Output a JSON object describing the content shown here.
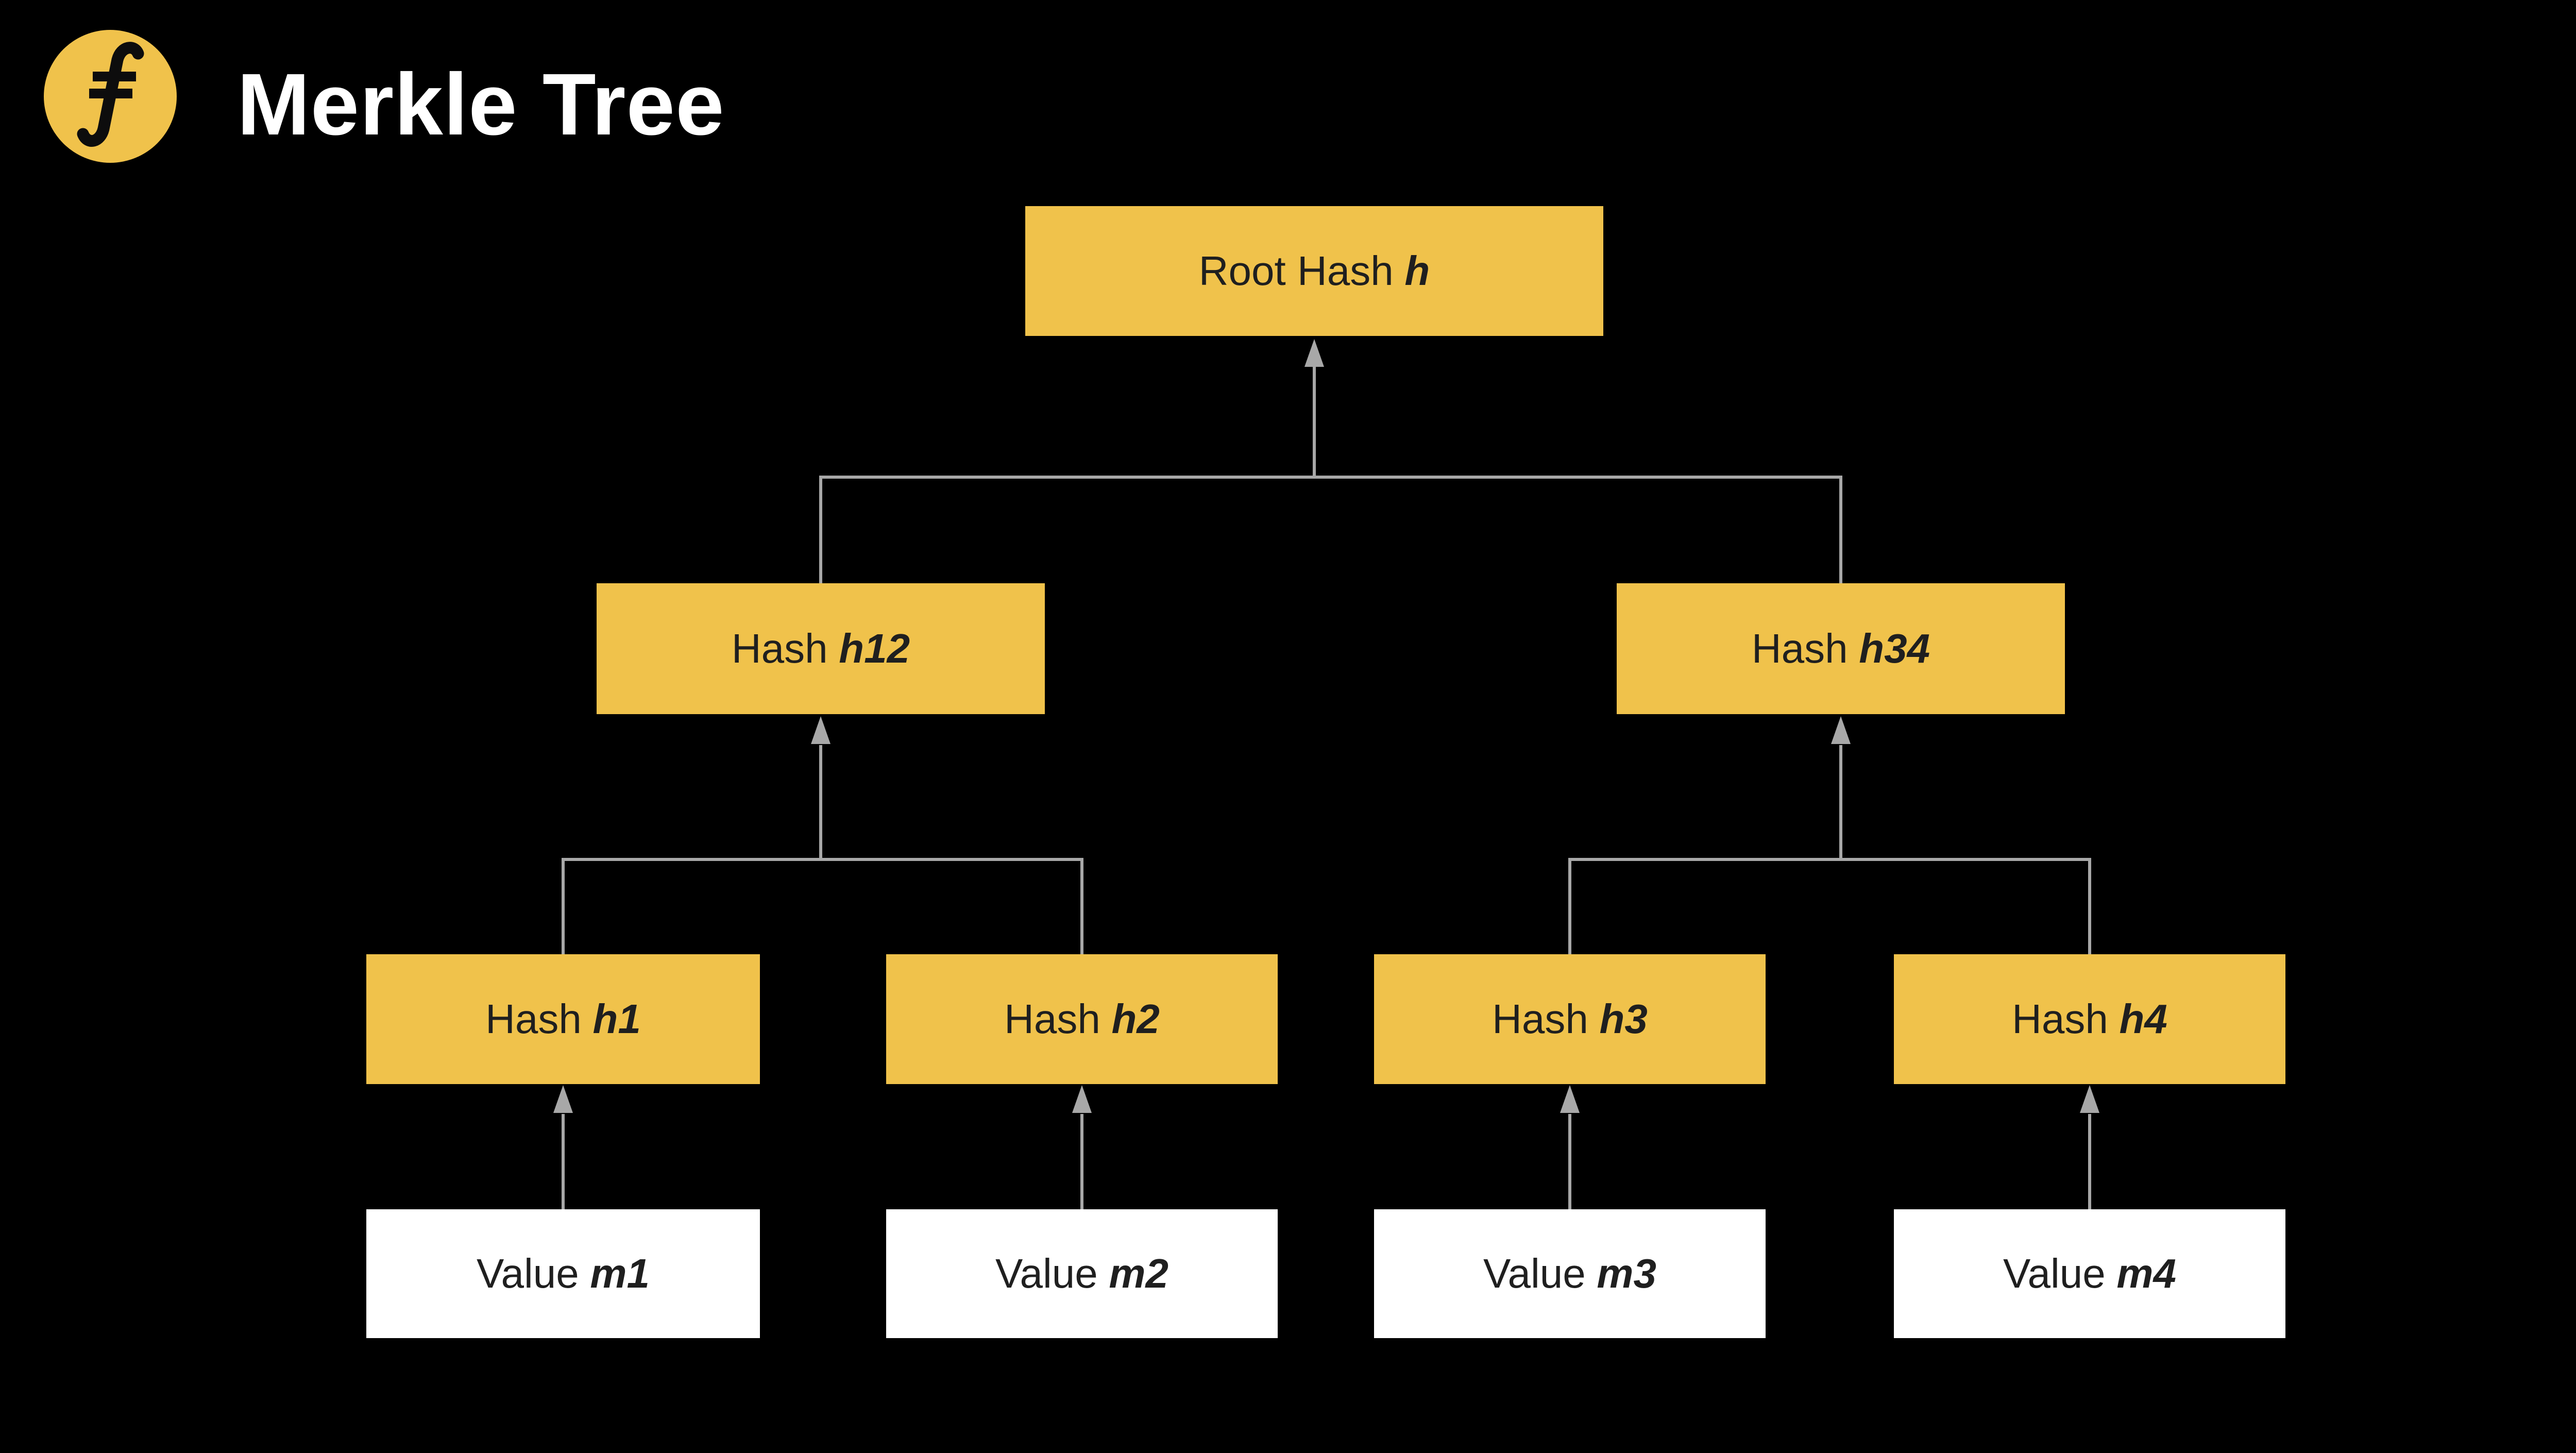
{
  "header": {
    "title": "Merkle Tree",
    "logo_icon": "filecoin-logo"
  },
  "tree": {
    "root": {
      "label": "Root Hash",
      "emphasis": "h"
    },
    "level2": [
      {
        "label": "Hash",
        "emphasis": "h12"
      },
      {
        "label": "Hash",
        "emphasis": "h34"
      }
    ],
    "level3": [
      {
        "label": "Hash",
        "emphasis": "h1"
      },
      {
        "label": "Hash",
        "emphasis": "h2"
      },
      {
        "label": "Hash",
        "emphasis": "h3"
      },
      {
        "label": "Hash",
        "emphasis": "h4"
      }
    ],
    "leaves": [
      {
        "label": "Value",
        "emphasis": "m1"
      },
      {
        "label": "Value",
        "emphasis": "m2"
      },
      {
        "label": "Value",
        "emphasis": "m3"
      },
      {
        "label": "Value",
        "emphasis": "m4"
      }
    ]
  },
  "colors": {
    "background": "#000000",
    "hash_node_fill": "#F0C24B",
    "leaf_node_fill": "#FFFFFF",
    "node_text": "#1F1F1F",
    "title_text": "#FFFFFF",
    "connector": "#A8A8A8",
    "logo_circle": "#F0C24B",
    "logo_glyph": "#0D0D0D"
  }
}
